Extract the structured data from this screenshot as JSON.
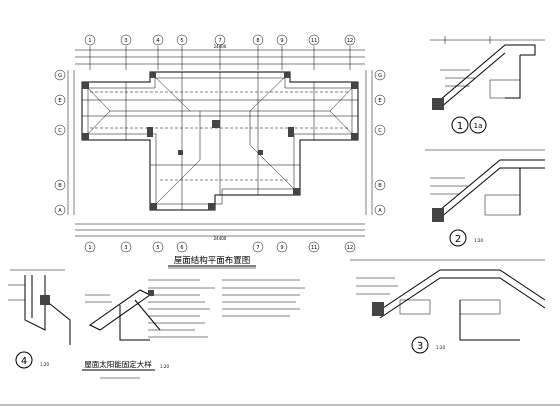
{
  "plan": {
    "title": "屋面结构平面布置图",
    "top_dim_total": "24400",
    "bottom_dim_total": "24400",
    "axis_top": [
      "1",
      "3",
      "4",
      "5",
      "7",
      "8",
      "9",
      "11",
      "12"
    ],
    "axis_bottom": [
      "1",
      "3",
      "5",
      "6",
      "7",
      "9",
      "11",
      "12"
    ],
    "axis_left": [
      "G",
      "E",
      "C",
      "B",
      "A"
    ],
    "axis_right": [
      "G",
      "E",
      "C",
      "B",
      "A"
    ]
  },
  "details": {
    "d1_label": "1",
    "d1a_label": "1a",
    "d2_label": "2",
    "d2_scale": "1:20",
    "d3_label": "3",
    "d3_scale": "1:20",
    "d4_label": "4",
    "d4_scale": "1:20",
    "d5_title": "屋面太阳能固定大样",
    "d5_scale": "1:20"
  }
}
